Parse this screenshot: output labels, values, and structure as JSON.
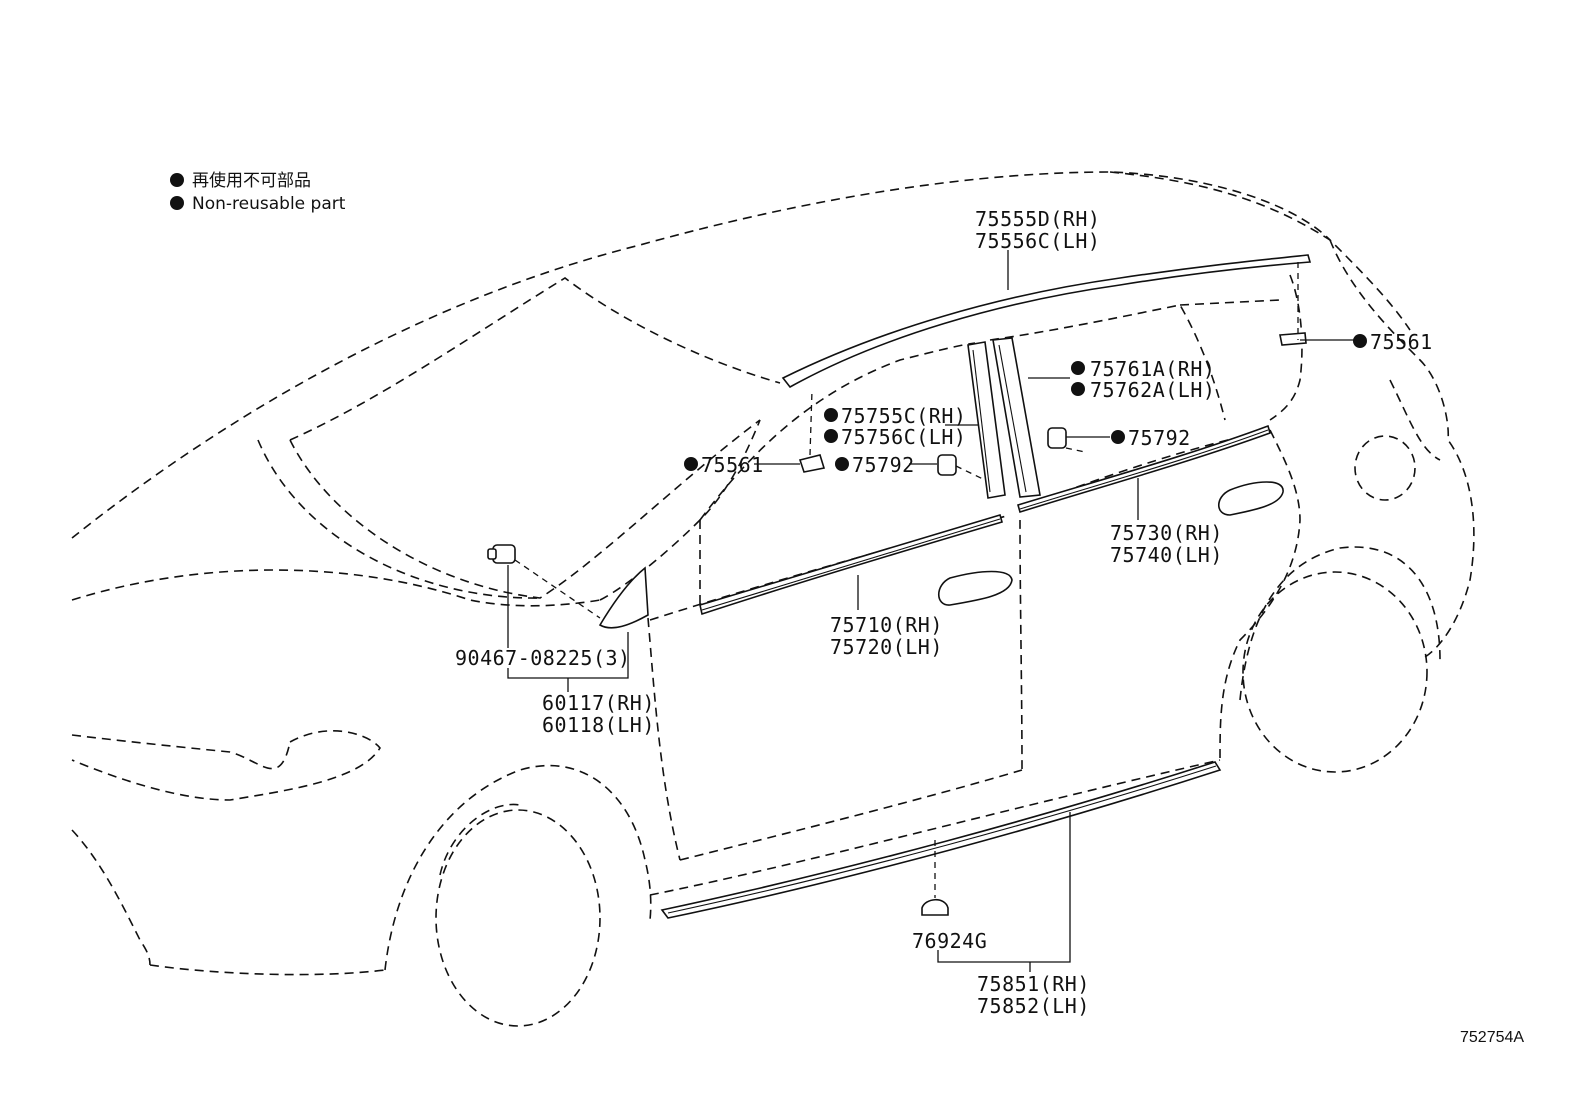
{
  "legend": {
    "line_ja": "再使用不可部品",
    "line_en": "Non-reusable part"
  },
  "diagram_code": "752754A",
  "parts": {
    "p75555D": "75555D(RH)",
    "p75556C": "75556C(LH)",
    "p75561_right": "75561",
    "p75761A": "75761A(RH)",
    "p75762A": "75762A(LH)",
    "p75755C": "75755C(RH)",
    "p75756C": "75756C(LH)",
    "p75792_right": "75792",
    "p75561_left": "75561",
    "p75792_left": "75792",
    "p75730": "75730(RH)",
    "p75740": "75740(LH)",
    "p75710": "75710(RH)",
    "p75720": "75720(LH)",
    "p90467": "90467-08225(3)",
    "p60117": "60117(RH)",
    "p60118": "60118(LH)",
    "p76924G": "76924G",
    "p75851": "75851(RH)",
    "p75852": "75852(LH)"
  }
}
